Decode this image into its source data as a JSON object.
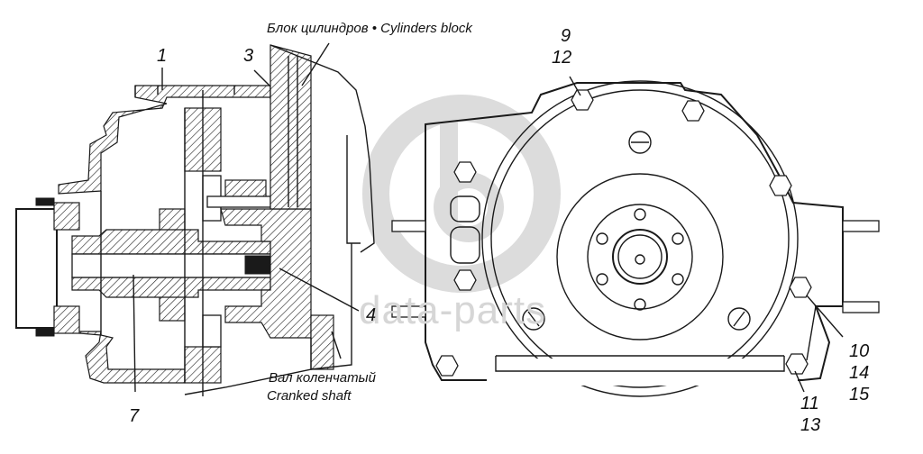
{
  "figure": {
    "title": "Crankcase rear cover / flywheel housing assembly",
    "watermark": {
      "text": "data-parts",
      "color": "#d6d6d6"
    },
    "captions": {
      "cylinders_block": "Блок цилиндров • Cylinders block",
      "cranked_shaft_ru": "Вал коленчатый",
      "cranked_shaft_en": "Cranked shaft"
    },
    "callouts": {
      "c1": "1",
      "c3": "3",
      "c4": "4",
      "c7": "7",
      "c9": "9",
      "c12": "12",
      "c10": "10",
      "c14": "14",
      "c15": "15",
      "c11": "11",
      "c13": "13"
    },
    "views": [
      {
        "name": "sectional side view",
        "parts": [
          "1",
          "3",
          "4",
          "7"
        ]
      },
      {
        "name": "rear end view",
        "parts": [
          "9",
          "12",
          "10",
          "14",
          "15",
          "11",
          "13"
        ]
      }
    ]
  }
}
